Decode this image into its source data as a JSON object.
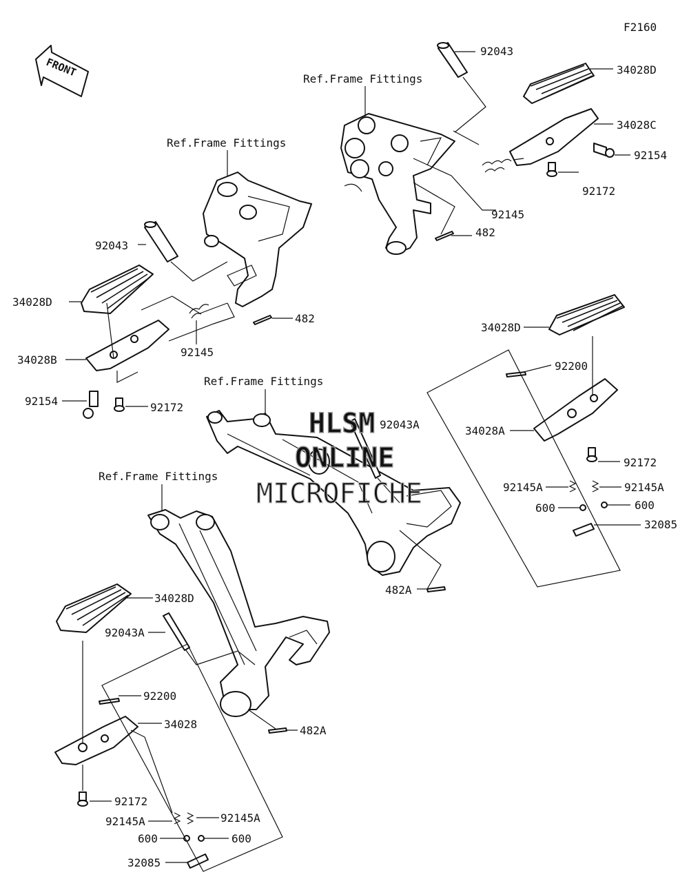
{
  "figure_code": "F2160",
  "front_arrow_text": "FRONT",
  "ref_label": "Ref.Frame Fittings",
  "watermark": {
    "line1": "HLSM",
    "line2": "ONLINE",
    "line3": "MICROFICHE"
  },
  "parts": {
    "p92043_top": "92043",
    "p34028D_top": "34028D",
    "p34028C": "34028C",
    "p92154_right": "92154",
    "p92172_right": "92172",
    "p92145_top": "92145",
    "p482_top": "482",
    "p92043_left": "92043",
    "p34028D_left": "34028D",
    "p482_left": "482",
    "p92145_left": "92145",
    "p34028B": "34028B",
    "p92154_left": "92154",
    "p92172_left": "92172",
    "p34028D_mid": "34028D",
    "p92200_right": "92200",
    "p92043A_center": "92043A",
    "p34028A": "34028A",
    "p92172_rmid": "92172",
    "p92145A_r1": "92145A",
    "p92145A_r2": "92145A",
    "p600_r1": "600",
    "p600_r2": "600",
    "p32085_right": "32085",
    "p482A_center": "482A",
    "p34028D_bottom": "34028D",
    "p92043A_left": "92043A",
    "p92200_left": "92200",
    "p34028": "34028",
    "p482A_bottom": "482A",
    "p92172_bottom": "92172",
    "p92145A_b1": "92145A",
    "p92145A_b2": "92145A",
    "p600_b1": "600",
    "p600_b2": "600",
    "p32085_bottom": "32085"
  }
}
